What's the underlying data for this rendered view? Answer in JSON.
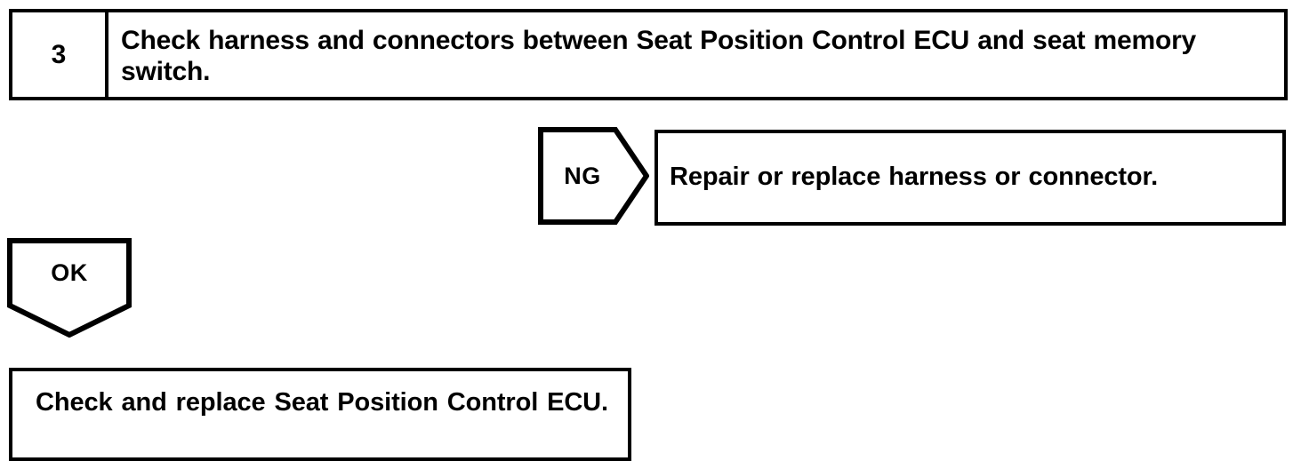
{
  "diagram": {
    "type": "troubleshooting-flowchart",
    "colors": {
      "ink": "#000000",
      "paper": "#ffffff"
    },
    "step": {
      "number": "3",
      "instruction": "Check harness and connectors between Seat Position Control ECU and seat memory switch."
    },
    "branches": {
      "ng": {
        "label": "NG",
        "action": "Repair or replace harness or connector."
      },
      "ok": {
        "label": "OK",
        "action": "Check and replace Seat Position Control ECU."
      }
    }
  }
}
